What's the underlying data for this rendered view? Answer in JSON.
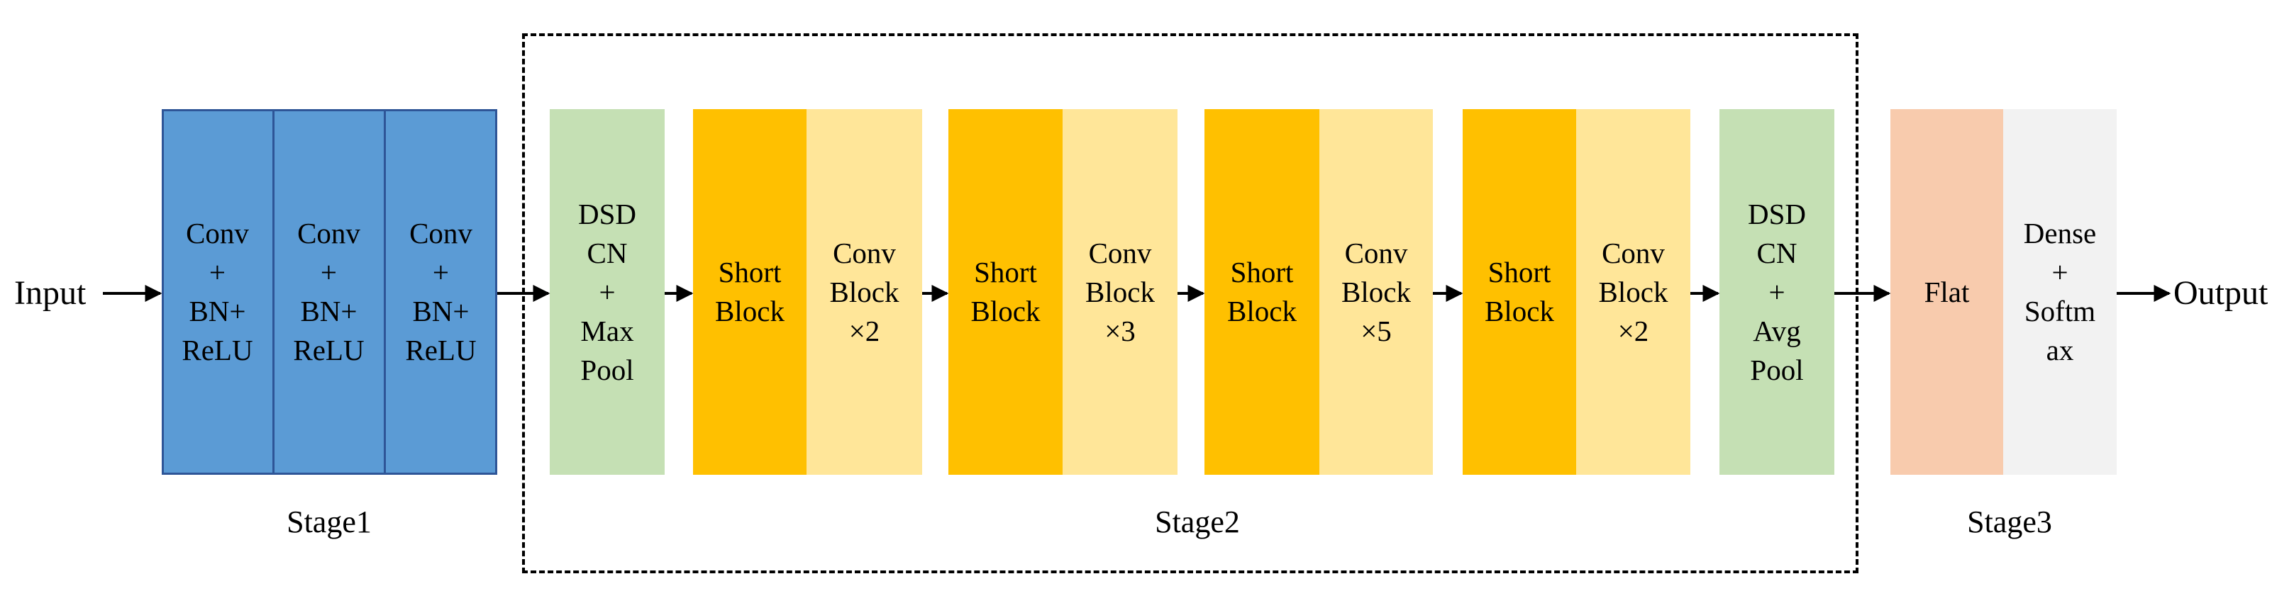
{
  "input_label": "Input",
  "output_label": "Output",
  "stage1": {
    "label": "Stage1",
    "layers": [
      {
        "line1": "Conv",
        "line2": "+",
        "line3": "BN+",
        "line4": "ReLU"
      },
      {
        "line1": "Conv",
        "line2": "+",
        "line3": "BN+",
        "line4": "ReLU"
      },
      {
        "line1": "Conv",
        "line2": "+",
        "line3": "BN+",
        "line4": "ReLU"
      }
    ]
  },
  "stage2": {
    "label": "Stage2",
    "dsdcn_max": {
      "line1": "DSD",
      "line2": "CN",
      "line3": "+",
      "line4": "Max",
      "line5": "Pool"
    },
    "groups": [
      {
        "short_line1": "Short",
        "short_line2": "Block",
        "conv_line1": "Conv",
        "conv_line2": "Block",
        "conv_line3": "×2"
      },
      {
        "short_line1": "Short",
        "short_line2": "Block",
        "conv_line1": "Conv",
        "conv_line2": "Block",
        "conv_line3": "×3"
      },
      {
        "short_line1": "Short",
        "short_line2": "Block",
        "conv_line1": "Conv",
        "conv_line2": "Block",
        "conv_line3": "×5"
      },
      {
        "short_line1": "Short",
        "short_line2": "Block",
        "conv_line1": "Conv",
        "conv_line2": "Block",
        "conv_line3": "×2"
      }
    ],
    "dsdcn_avg": {
      "line1": "DSD",
      "line2": "CN",
      "line3": "+",
      "line4": "Avg",
      "line5": "Pool"
    }
  },
  "stage3": {
    "label": "Stage3",
    "flat": "Flat",
    "dense": {
      "line1": "Dense",
      "line2": "+",
      "line3": "Softm",
      "line4": "ax"
    }
  },
  "colors": {
    "stage1_fill": "#5b9bd5",
    "dsdcn_fill": "#c5e0b4",
    "short_block_fill": "#ffc000",
    "conv_block_fill": "#ffe699",
    "flat_fill": "#f8cbad",
    "dense_fill": "#f2f2f2"
  }
}
